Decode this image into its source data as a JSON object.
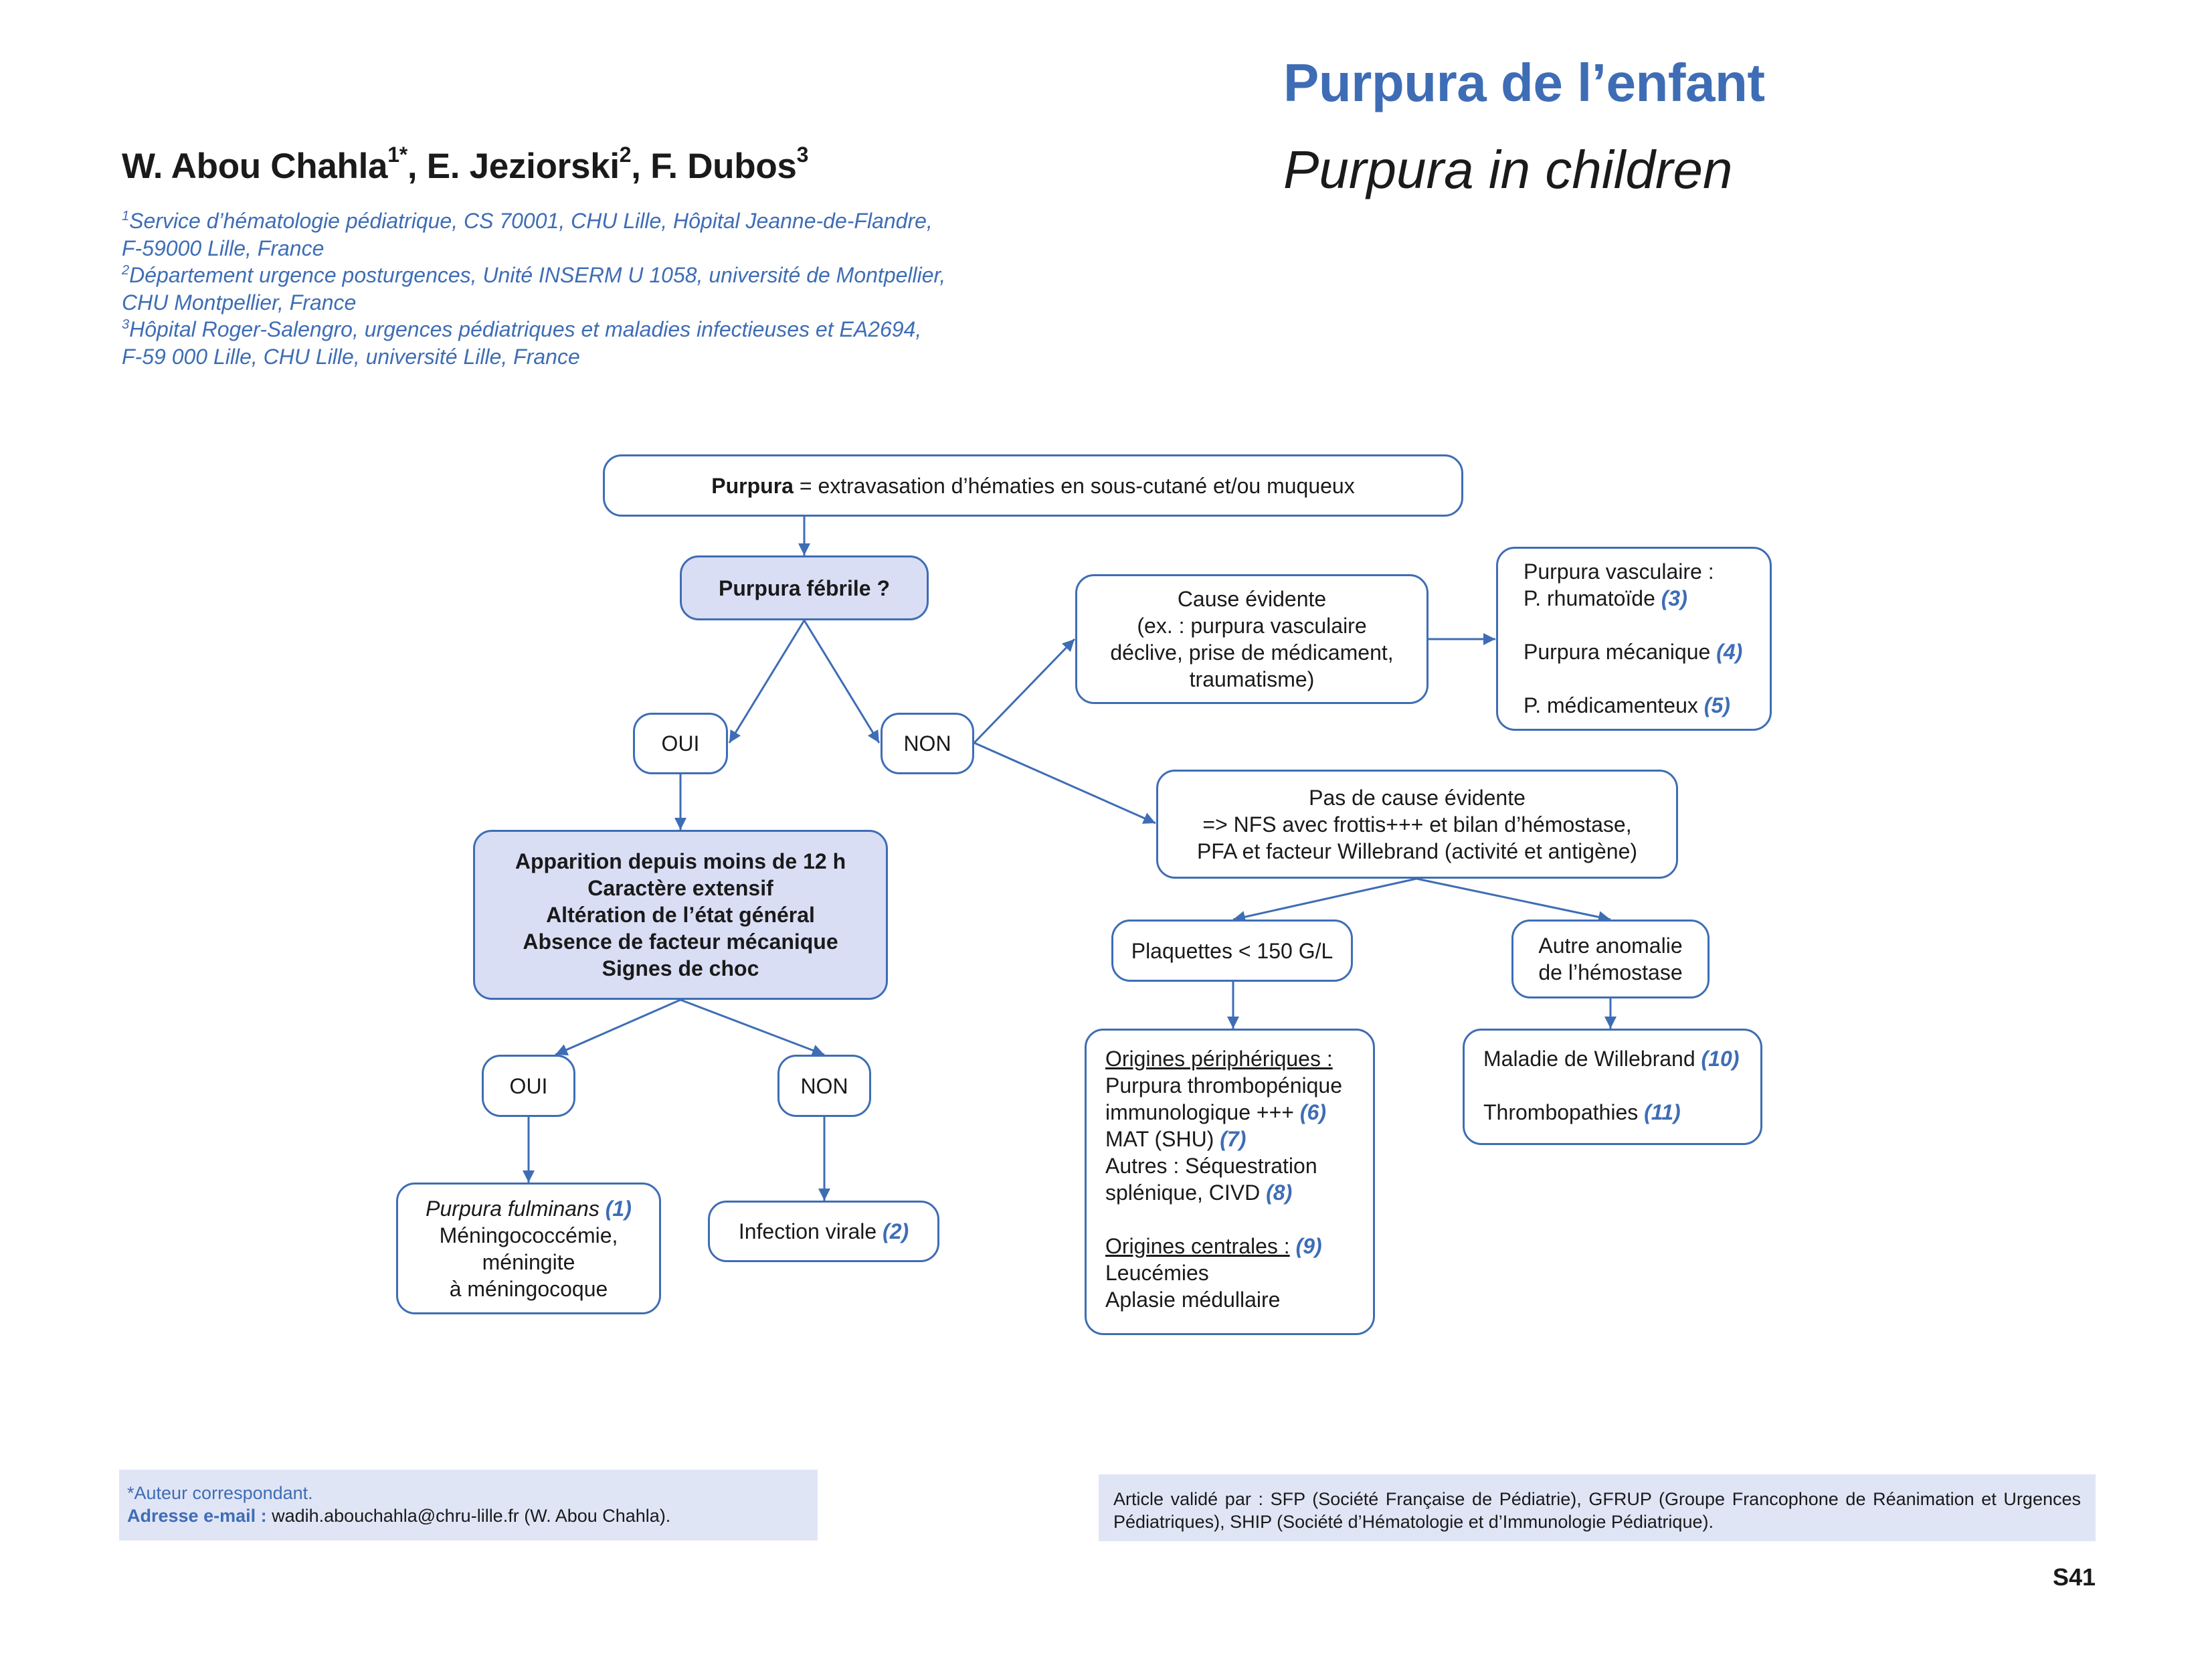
{
  "header": {
    "title_fr": "Purpura de l’enfant",
    "title_en": "Purpura in children"
  },
  "authors": [
    {
      "name": "W. Abou Chahla",
      "sup": "1*",
      "sep": ", "
    },
    {
      "name": "E. Jeziorski",
      "sup": "2",
      "sep": ", "
    },
    {
      "name": "F. Dubos",
      "sup": "3",
      "sep": ""
    }
  ],
  "affiliations": [
    {
      "num": "1",
      "line1": "Service d’hématologie pédiatrique, CS 70001, CHU Lille, Hôpital Jeanne-de-Flandre,",
      "line2": "F-59000 Lille, France"
    },
    {
      "num": "2",
      "line1": "Département urgence posturgences, Unité INSERM U 1058, université de Montpellier,",
      "line2": "CHU Montpellier, France"
    },
    {
      "num": "3",
      "line1": "Hôpital Roger-Salengro, urgences pédiatriques et maladies infectieuses et EA2694,",
      "line2": "F-59 000 Lille, CHU Lille, université Lille, France"
    }
  ],
  "flowchart": {
    "definition": {
      "term": "Purpura",
      "text": " = extravasation d’hématies en sous-cutané et/ou muqueux"
    },
    "question": "Purpura fébrile ?",
    "oui_1": "OUI",
    "non_1": "NON",
    "severity_criteria": [
      "Apparition depuis moins de 12 h",
      "Caractère extensif",
      "Altération de l’état général",
      "Absence de facteur mécanique",
      "Signes de choc"
    ],
    "oui_2": "OUI",
    "non_2": "NON",
    "fulminans": {
      "title": "Purpura fulminans",
      "ref": "(1)",
      "lines": [
        "Méningococcémie,",
        "méningite",
        "à méningocoque"
      ]
    },
    "viral": {
      "text": "Infection virale",
      "ref": "(2)"
    },
    "obvious_cause": {
      "lines": [
        "Cause évidente",
        "(ex. : purpura vasculaire",
        "déclive, prise de médicament,",
        "traumatisme)"
      ]
    },
    "obvious_list": {
      "heading": "Purpura vasculaire :",
      "items": [
        {
          "text": "P. rhumatoïde",
          "ref": "(3)"
        },
        {
          "text": "Purpura mécanique",
          "ref": "(4)"
        },
        {
          "text": "P. médicamenteux",
          "ref": "(5)"
        }
      ]
    },
    "no_obvious_cause": {
      "lines": [
        "Pas de cause évidente",
        "=> NFS avec frottis+++ et bilan d’hémostase,",
        "PFA et facteur  Willebrand (activité et antigène)"
      ]
    },
    "platelets": "Plaquettes < 150 G/L",
    "other_anomaly": [
      "Autre anomalie",
      "de l’hémostase"
    ],
    "origins": {
      "peripheral_heading": "Origines périphériques :",
      "peripheral_items": [
        {
          "text": "Purpura thrombopénique",
          "ref": ""
        },
        {
          "text": "immunologique +++ ",
          "ref": "(6)"
        },
        {
          "text": "MAT (SHU) ",
          "ref": "(7)"
        },
        {
          "text": "Autres : Séquestration",
          "ref": ""
        },
        {
          "text": "splénique, CIVD ",
          "ref": "(8)"
        }
      ],
      "central_heading": "Origines centrales :",
      "central_ref": "(9)",
      "central_items": [
        "Leucémies",
        "Aplasie médullaire"
      ]
    },
    "hemostasis_list": [
      {
        "text": "Maladie de Willebrand ",
        "ref": "(10)"
      },
      {
        "text": "Thrombopathies ",
        "ref": "(11)"
      }
    ]
  },
  "footer": {
    "corresponding": "*Auteur correspondant.",
    "email_label": "Adresse e-mail :",
    "email_value": " wadih.abouchahla@chru-lille.fr (W. Abou Chahla).",
    "validation": "Article validé par : SFP (Société Française de Pédiatrie), GFRUP (Groupe Francophone de Réanimation et Urgences Pédiatriques), SHIP (Société d’Hématologie et d’Immunologie Pédiatrique).",
    "page_number": "S41"
  },
  "colors": {
    "accent": "#3e6db5",
    "box_fill": "#d9def5",
    "footer_fill": "#e0e5f6",
    "text": "#1a1a1a"
  }
}
